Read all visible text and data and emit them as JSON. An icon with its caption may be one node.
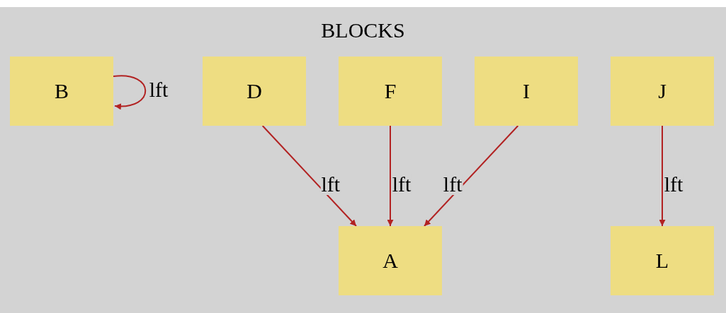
{
  "diagram": {
    "nodes": [
      {
        "text": [
          "BLOCKS"
        ]
      },
      {
        "text": [
          "B"
        ],
        "in": 0
      },
      {
        "text": [
          "D"
        ],
        "in": 0
      },
      {
        "text": [
          "F"
        ],
        "in": 0
      },
      {
        "text": [
          "I"
        ],
        "in": 0
      },
      {
        "text": [
          "J"
        ],
        "in": 0
      },
      {
        "text": [
          "A"
        ],
        "in": 0
      },
      {
        "text": [
          "L"
        ],
        "in": 0
      }
    ],
    "edges": [
      {
        "from": 1,
        "to": 1,
        "arrow": "to",
        "label": "lft"
      },
      {
        "from": 2,
        "to": 6,
        "arrow": "to",
        "label": "lft"
      },
      {
        "from": 3,
        "to": 6,
        "arrow": "to",
        "label": "lft"
      },
      {
        "from": 4,
        "to": 6,
        "arrow": "to",
        "label": "lft"
      },
      {
        "from": 5,
        "to": 7,
        "arrow": "to",
        "label": "lft"
      }
    ]
  }
}
